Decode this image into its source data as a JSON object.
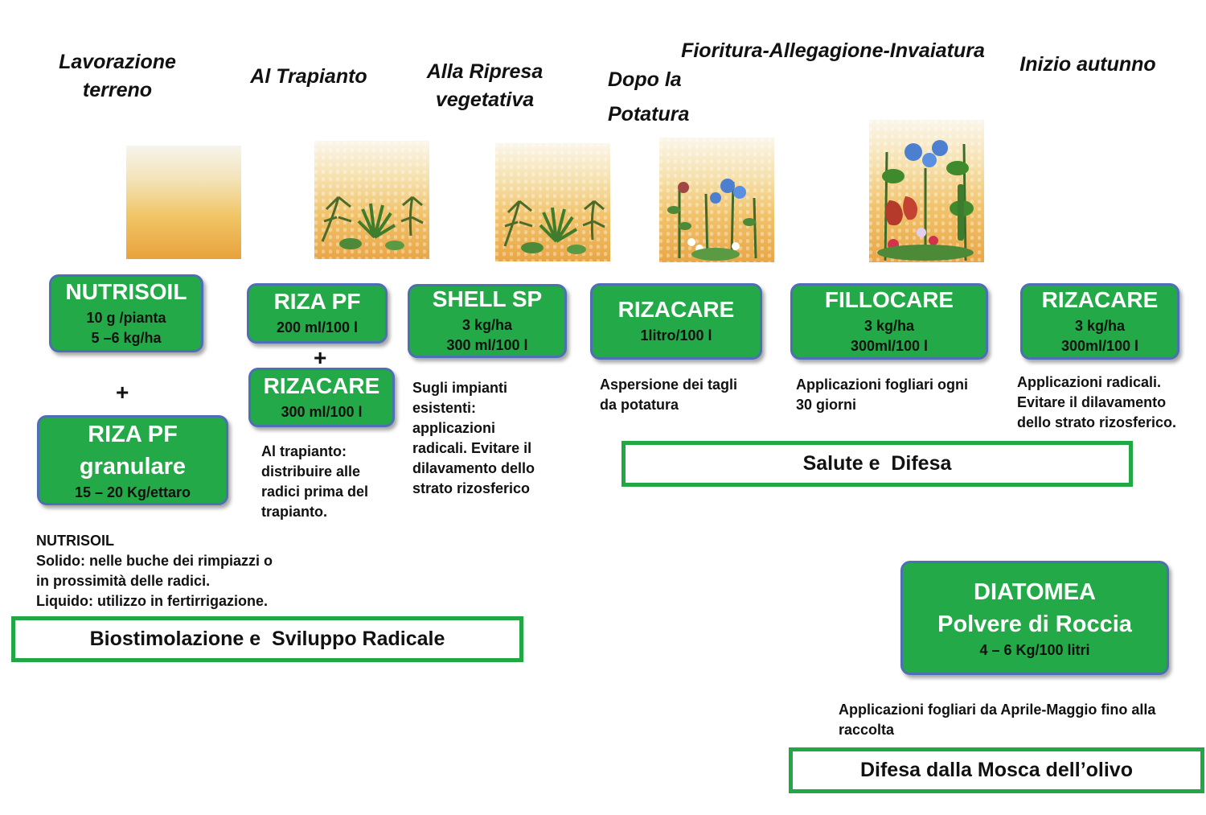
{
  "phases": {
    "lavorazione_l1": "Lavorazione",
    "lavorazione_l2": "terreno",
    "trapianto": "Al Trapianto",
    "ripresa_l1": "Alla Ripresa",
    "ripresa_l2": "vegetativa",
    "potatura_l1": "Dopo la",
    "potatura_l2": "Potatura",
    "fioritura": "Fioritura-Allegagione-Invaiatura",
    "autunno": "Inizio autunno"
  },
  "products": {
    "nutrisoil": {
      "name": "NUTRISOIL",
      "dose1": "10 g /pianta",
      "dose2": "5 –6 kg/ha"
    },
    "riza_pf_granulare": {
      "name1": "RIZA PF",
      "name2": "granulare",
      "dose": "15 – 20 Kg/ettaro"
    },
    "riza_pf": {
      "name": "RIZA PF",
      "dose": "200 ml/100 l"
    },
    "rizacare_trapianto": {
      "name": "RIZACARE",
      "dose": "300 ml/100 l"
    },
    "shell_sp": {
      "name": "SHELL SP",
      "dose1": "3 kg/ha",
      "dose2": "300 ml/100 l"
    },
    "rizacare_potatura": {
      "name": "RIZACARE",
      "dose": "1litro/100 l"
    },
    "fillocare": {
      "name": "FILLOCARE",
      "dose1": "3 kg/ha",
      "dose2": "300ml/100 l"
    },
    "rizacare_autunno": {
      "name": "RIZACARE",
      "dose1": "3 kg/ha",
      "dose2": "300ml/100 l"
    },
    "diatomea": {
      "name1": "DIATOMEA",
      "name2": "Polvere di Roccia",
      "dose": "4 – 6 Kg/100 litri"
    }
  },
  "plus": "+",
  "descriptions": {
    "nutrisoil": [
      "NUTRISOIL",
      "Solido: nelle buche dei rimpiazzi o",
      "in prossimità delle radici.",
      "Liquido: utilizzo in fertirrigazione."
    ],
    "trapianto": [
      "Al trapianto:",
      "distribuire alle",
      "radici prima del",
      "trapianto."
    ],
    "shell": [
      "Sugli impianti",
      "esistenti:",
      "applicazioni",
      "radicali. Evitare il",
      "dilavamento dello",
      "strato rizosferico"
    ],
    "potatura": [
      "Aspersione dei tagli",
      "da potatura"
    ],
    "fillocare": [
      "Applicazioni fogliari ogni",
      "30 giorni"
    ],
    "autunno": [
      "Applicazioni radicali.",
      "Evitare il dilavamento",
      "dello strato rizosferico."
    ],
    "diatomea": [
      "Applicazioni fogliari da Aprile-Maggio fino alla",
      "raccolta"
    ]
  },
  "bands": {
    "biostimolazione": "Biostimolazione e  Sviluppo Radicale",
    "salute": "Salute e  Difesa",
    "mosca": "Difesa dalla Mosca dell’olivo"
  },
  "colors": {
    "product_green": "#23a947",
    "product_border": "#4f6fb4",
    "band_border": "#22a745"
  },
  "illustrations": [
    "bare-soil-illustration",
    "seedlings-illustration",
    "seedlings-illustration",
    "flowering-illustration",
    "fruiting-illustration"
  ]
}
